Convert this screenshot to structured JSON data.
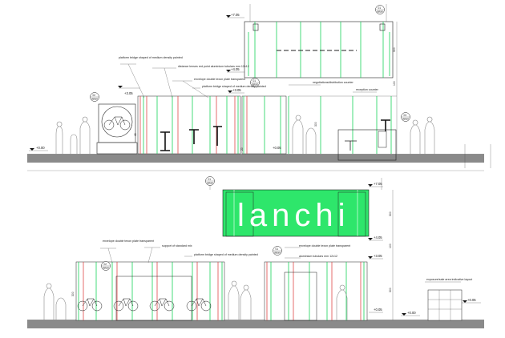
{
  "top": {
    "levels": [
      "+7.05",
      "+4.05",
      "+3.05",
      "+3.05",
      "+0.00",
      "+0.05"
    ],
    "dims": [
      "300",
      "100",
      "300",
      "40",
      "20"
    ],
    "tags": [
      {
        "num": "01",
        "sub": "detail"
      },
      {
        "num": "02",
        "sub": "detail"
      },
      {
        "num": "01",
        "sub": "detail"
      },
      {
        "num": "03",
        "sub": "detail"
      }
    ],
    "notes": [
      "platform bridge shaped of medium density painted",
      "distance lenses red point aluminium tubulars mm 12x12",
      "envelope double texon plate transparent",
      "platform bridge shaped of medium density painted",
      "negotiations/distribution counter",
      "reception counter"
    ]
  },
  "bottom": {
    "brand": "lanchi",
    "levels": [
      "+7.05",
      "+4.05",
      "+3.05",
      "+0.05",
      "+0.00",
      "+0.05"
    ],
    "dims": [
      "300",
      "100",
      "300",
      "300",
      "270"
    ],
    "tags": [
      {
        "num": "01",
        "sub": "detail"
      },
      {
        "num": "02",
        "sub": "detail"
      },
      {
        "num": "01",
        "sub": "detail"
      }
    ],
    "notes": [
      "envelope double texon plate transparent",
      "support of standard mix",
      "platform bridge shaped of medium density painted",
      "envelope double texon plate transparent",
      "aluminium tubulars mm 12x12",
      "exposure/sale area indicative layout"
    ]
  },
  "colors": {
    "panel_green": "#2ee66b",
    "line_green": "#19d35a",
    "line_red": "#e04a4a",
    "ground": "#8a8a8a"
  }
}
